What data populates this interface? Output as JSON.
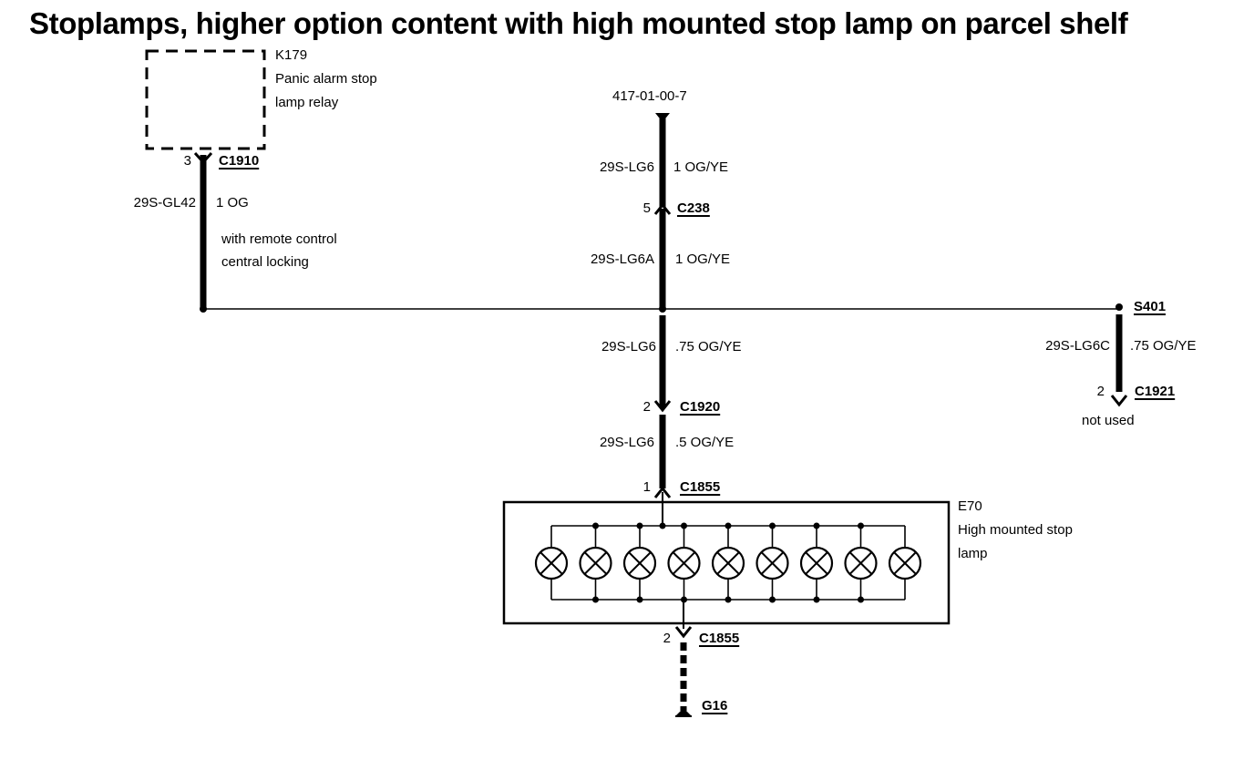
{
  "title": "Stoplamps, higher option content with high mounted stop lamp on parcel shelf",
  "components": {
    "relay": {
      "id": "K179",
      "name_line1": "Panic alarm stop",
      "name_line2": "lamp relay"
    },
    "lamp": {
      "id": "E70",
      "name_line1": "High mounted stop",
      "name_line2": "lamp"
    }
  },
  "references": {
    "top_ref": "417-01-00-7"
  },
  "left_branch": {
    "pin": "3",
    "connector": "C1910",
    "circuit": "29S-GL42",
    "wire": "1 OG",
    "note_line1": "with remote control",
    "note_line2": "central locking"
  },
  "center_branch": {
    "seg1": {
      "circuit": "29S-LG6",
      "wire": "1 OG/YE"
    },
    "conn1": {
      "pin": "5",
      "connector": "C238"
    },
    "seg2": {
      "circuit": "29S-LG6A",
      "wire": "1 OG/YE"
    },
    "seg3": {
      "circuit": "29S-LG6",
      "wire": ".75 OG/YE"
    },
    "conn2": {
      "pin": "2",
      "connector": "C1920"
    },
    "seg4": {
      "circuit": "29S-LG6",
      "wire": ".5 OG/YE"
    },
    "conn3": {
      "pin": "1",
      "connector": "C1855"
    },
    "conn4": {
      "pin": "2",
      "connector": "C1855"
    },
    "ground": "G16"
  },
  "right_branch": {
    "splice": "S401",
    "circuit": "29S-LG6C",
    "wire": ".75 OG/YE",
    "pin": "2",
    "connector": "C1921",
    "note": "not used"
  },
  "lamp_count": 9
}
